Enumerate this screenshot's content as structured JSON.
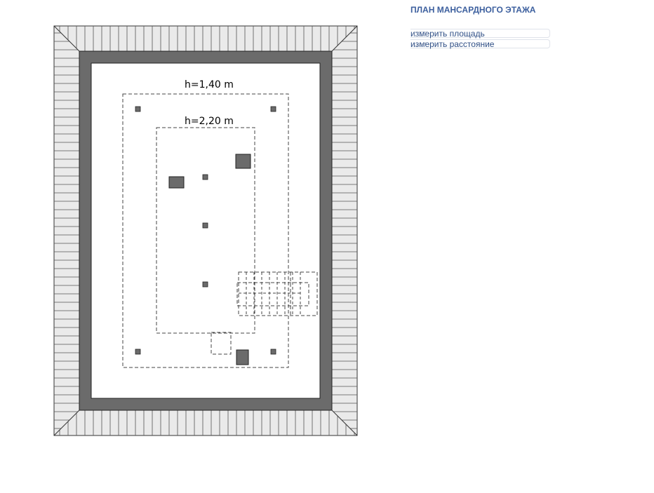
{
  "title": "ПЛАН МАНСАРДНОГО ЭТАЖА",
  "tools": {
    "measure_area": "измерить площадь",
    "measure_distance": "измерить расстояние",
    "area_icon": "dotted-area-icon",
    "distance_icon": "ruler-icon"
  },
  "plan": {
    "height_label_outer": "h=1,40 m",
    "height_label_inner": "h=2,20 m"
  },
  "colors": {
    "wall": "#6b6b6b",
    "roof_fill": "#eaeaea",
    "title": "#3c5f9e",
    "link": "#2f4f86"
  }
}
